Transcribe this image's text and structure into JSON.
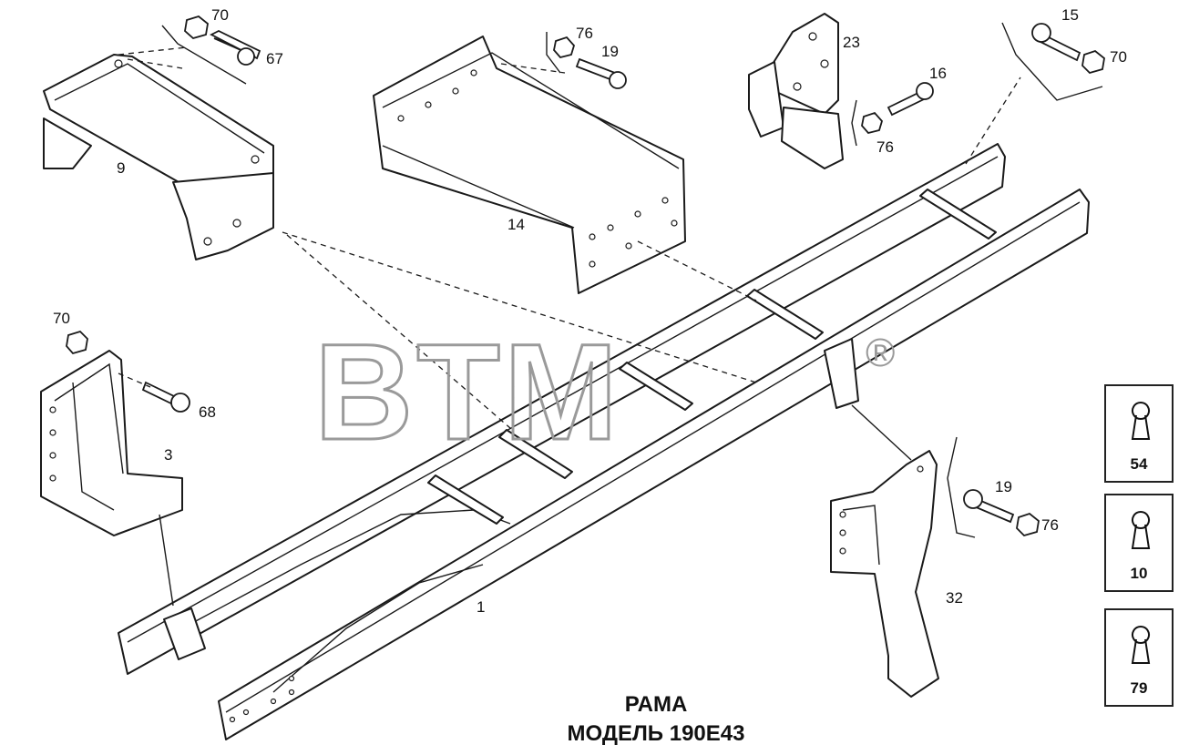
{
  "title": {
    "line1": "РАМА",
    "line2": "МОДЕЛЬ 190E43"
  },
  "watermark": {
    "text": "BTM",
    "registered_mark": "®"
  },
  "callouts": {
    "c70_top": "70",
    "c67": "67",
    "c9": "9",
    "c76_top": "76",
    "c19_top": "19",
    "c14": "14",
    "c23": "23",
    "c16": "16",
    "c76_bracket": "76",
    "c15": "15",
    "c70_right": "70",
    "c70_left": "70",
    "c68": "68",
    "c3": "3",
    "c1": "1",
    "c19_right": "19",
    "c76_right": "76",
    "c32": "32"
  },
  "reference_boxes": [
    {
      "number": "54",
      "icon": "keyhole-icon"
    },
    {
      "number": "10",
      "icon": "keyhole-icon"
    },
    {
      "number": "79",
      "icon": "keyhole-icon"
    }
  ],
  "colors": {
    "line": "#1a1a1a",
    "watermark": "#9a9a9a",
    "background": "#ffffff"
  }
}
